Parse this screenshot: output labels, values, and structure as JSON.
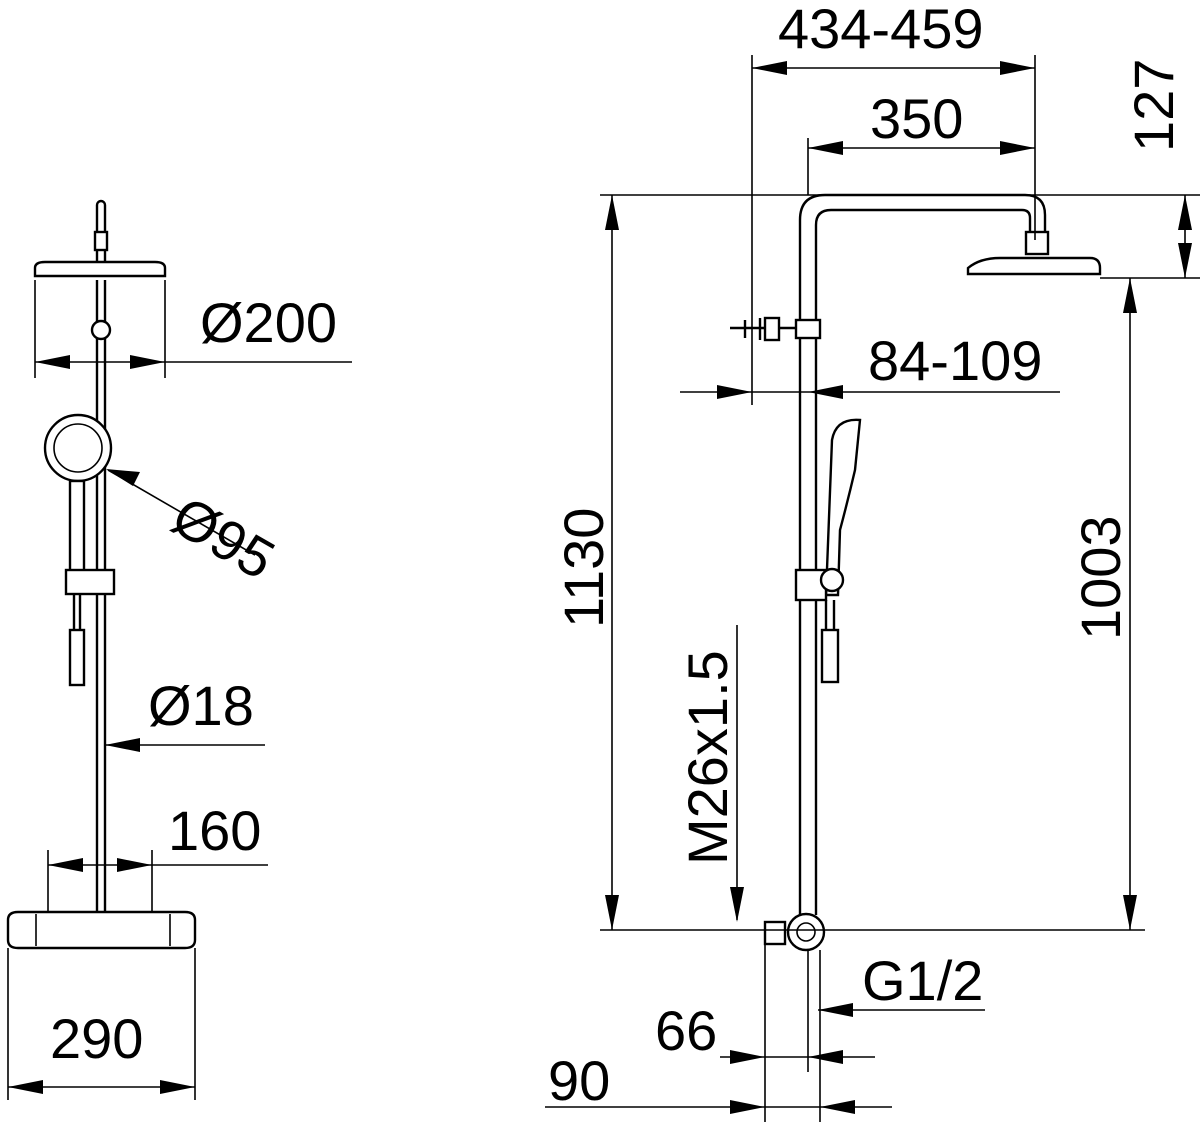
{
  "front_view": {
    "head_diameter": "Ø200",
    "hand_shower_diameter": "Ø95",
    "rod_diameter": "Ø18",
    "rod_spacing": "160",
    "mixer_width": "290"
  },
  "side_view": {
    "arm_reach": "434-459",
    "arm_length": "350",
    "head_drop": "127",
    "total_height": "1130",
    "head_height": "1003",
    "wall_distance": "84-109",
    "thread": "M26x1.5",
    "inlet": "G1/2",
    "depth_66": "66",
    "depth_90": "90"
  }
}
